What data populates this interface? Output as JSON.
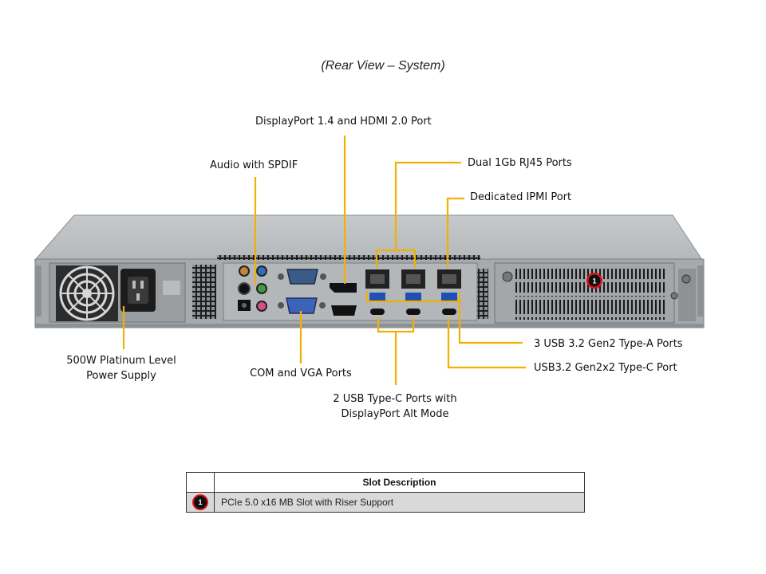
{
  "view_title": "(Rear View – System)",
  "labels": {
    "displayport_hdmi": "DisplayPort 1.4 and HDMI 2.0 Port",
    "dual_rj45": "Dual 1Gb RJ45 Ports",
    "audio": "Audio with SPDIF",
    "ipmi": "Dedicated IPMI Port",
    "psu_line1": "500W Platinum Level",
    "psu_line2": "Power Supply",
    "com_vga": "COM and VGA Ports",
    "usb_typea": "3 USB 3.2 Gen2 Type-A Ports",
    "usb_typec_2x2": "USB3.2 Gen2x2 Type-C Port",
    "usb_typec_dp_line1": "2 USB Type-C Ports with",
    "usb_typec_dp_line2": "DisplayPort Alt Mode"
  },
  "slot_marker": "1",
  "colors": {
    "callout": "#f2b000",
    "badge_ring": "#d8141a",
    "chassis": "#9da1a4"
  },
  "table": {
    "header": "Slot Description",
    "rows": [
      {
        "num": "1",
        "description": "PCIe 5.0 x16 MB Slot with Riser Support"
      }
    ]
  }
}
